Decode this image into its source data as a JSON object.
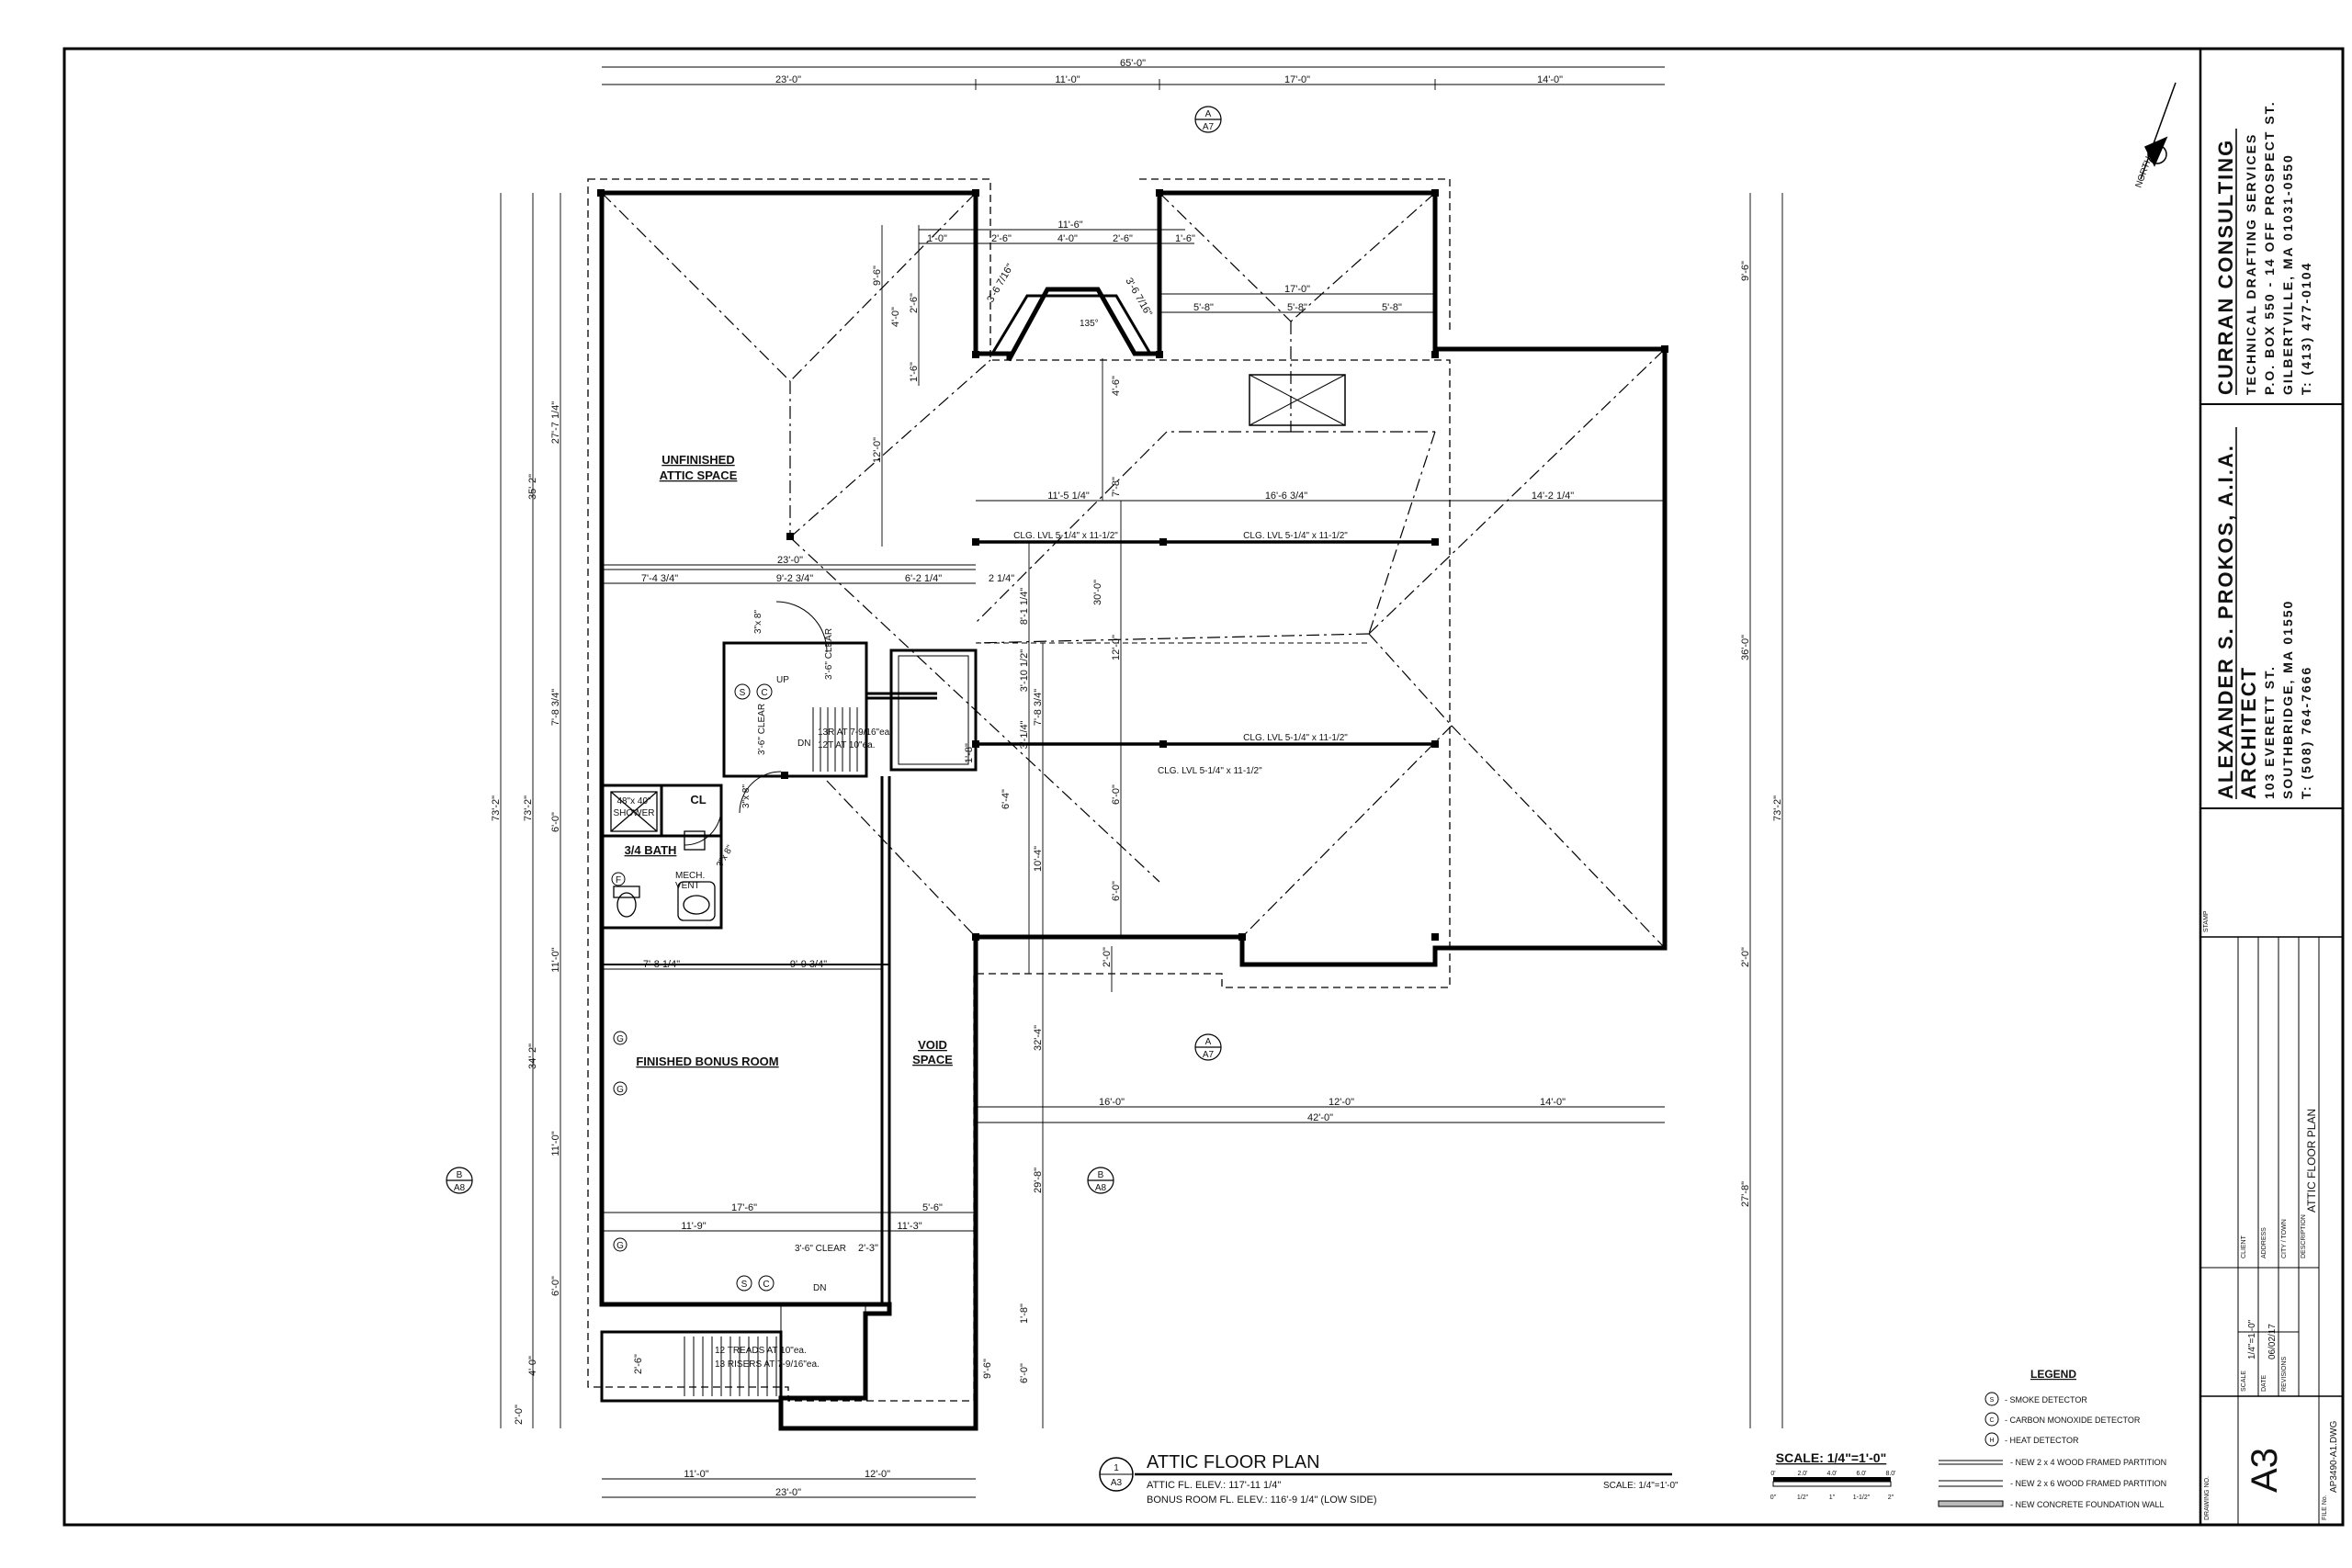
{
  "plan": {
    "title": "ATTIC FLOOR PLAN",
    "ref_num": "1",
    "ref_sheet": "A3",
    "elev_attic": "ATTIC FL. ELEV.: 117'-11 1/4\"",
    "elev_bonus": "BONUS ROOM FL. ELEV.: 116'-9 1/4\" (LOW SIDE)",
    "scale_note": "SCALE: 1/4\"=1'-0\""
  },
  "rooms": {
    "unfinished_1": "UNFINISHED",
    "unfinished_2": "ATTIC SPACE",
    "bonus": "FINISHED BONUS ROOM",
    "void_1": "VOID",
    "void_2": "SPACE",
    "bath": "3/4 BATH",
    "shower_1": "48\"x 40\"",
    "shower_2": "SHOWER",
    "closet": "CL",
    "mech_1": "MECH.",
    "mech_2": "VENT",
    "up": "UP",
    "dn1": "DN",
    "dn2": "DN",
    "clear_1": "3'-6\" CLEAR",
    "clear_2": "3'-6\" CLEAR",
    "clear_3": "3'-6\" CLEAR",
    "stairs_top_1": "13R AT 7-9/16\"ea.",
    "stairs_top_2": "12T AT 10\"ea.",
    "stairs_bot_1": "12 TREADS AT 10\"ea.",
    "stairs_bot_2": "13 RISERS AT 7-9/16\"ea.",
    "lvl_1": "CLG. LVL 5-1/4\" x 11-1/2\"",
    "lvl_2": "CLG. LVL 5-1/4\" x 11-1/2\"",
    "lvl_3": "CLG. LVL 5-1/4\" x 11-1/2\"",
    "lvl_4": "CLG. LVL 5-1/4\" x 11-1/2\"",
    "angle": "135°",
    "door_1": "3\"x 8\"",
    "door_2": "3\"x 8\"",
    "door_3": "3\"x 8\"",
    "det_s": "S",
    "det_c": "C",
    "det_g": "G",
    "det_f": "F"
  },
  "dims": {
    "top_overall": "65'-0\"",
    "top_a": "23'-0\"",
    "top_b": "11'-0\"",
    "top_c": "17'-0\"",
    "top_d": "14'-0\"",
    "bay_a": "11'-6\"",
    "bay_b": "1'-0\"",
    "bay_c": "2'-6\"",
    "bay_d": "4'-0\"",
    "bay_e": "2'-6\"",
    "bay_f": "1'-6\"",
    "r17": "17'-0\"",
    "r58a": "5'-8\"",
    "r58b": "5'-8\"",
    "r58c": "5'-8\"",
    "mid_a": "11'-5 1/4\"",
    "mid_b": "16'-6 3/4\"",
    "mid_c": "14'-2 1/4\"",
    "row23": "23'-0\"",
    "r74": "7'-4 3/4\"",
    "r92": "9'-2 3/4\"",
    "r62": "6'-2 1/4\"",
    "r21": "2 1/4\"",
    "b78": "7'-8 1/4\"",
    "b99": "9'-9 3/4\"",
    "b176": "17'-6\"",
    "b56": "5'-6\"",
    "b119": "11'-9\"",
    "b113": "11'-3\"",
    "b23": "2'-3\"",
    "bot16": "16'-0\"",
    "bot12": "12'-0\"",
    "bot14": "14'-0\"",
    "bot42": "42'-0\"",
    "bb11": "11'-0\"",
    "bb12": "12'-0\"",
    "bb23": "23'-0\"",
    "l35": "35'-2\"",
    "l27": "27'-7 1/4\"",
    "l732a": "73'-2\"",
    "l732b": "73'-2\"",
    "l78": "7'-8 3/4\"",
    "l6a": "6'-0\"",
    "l11a": "11'-0\"",
    "l342": "34'-2\"",
    "l11b": "11'-0\"",
    "l6b": "6'-0\"",
    "l4": "4'-0\"",
    "l2": "2'-0\"",
    "r96": "9'-6\"",
    "r36": "36'-0\"",
    "r732": "73'-2\"",
    "r20": "2'-0\"",
    "r278": "27'-8\"",
    "c124": "12'-0\"",
    "c96": "9'-6\"",
    "c40": "4'-0\"",
    "c26": "2'-6\"",
    "c16": "1'-6\"",
    "c46": "4'-6\"",
    "c78": "7'-8\"",
    "c300": "30'-0\"",
    "c120": "12'-0\"",
    "c60": "6'-0\"",
    "c6b": "6'-0\"",
    "c22": "2'-0\"",
    "c311": "3'-10 1/2\"",
    "c811": "8'-1 1/4\"",
    "c78b": "7'-8 3/4\"",
    "c31": "3'-1/4\"",
    "c18": "1'-8\"",
    "c64": "6'-4\"",
    "c104": "10'-4\"",
    "c324": "32'-4\"",
    "c298": "29'-8\"",
    "c18b": "1'-8\"",
    "c6c": "6'-0\"",
    "c96b": "9'-6\"",
    "c26b": "2'-6\"",
    "diag_a": "3'-6 7/16\"",
    "diag_b": "3'-6 7/16\""
  },
  "sections": [
    {
      "letter": "A",
      "sheet": "A7"
    },
    {
      "letter": "A",
      "sheet": "A7"
    },
    {
      "letter": "B",
      "sheet": "A8"
    },
    {
      "letter": "B",
      "sheet": "A8"
    }
  ],
  "north": "NORTH",
  "scale_bar": {
    "title": "SCALE: 1/4\"=1'-0\"",
    "ft": [
      "0'",
      "2.0'",
      "4.0'",
      "6.0'",
      "8.0'"
    ],
    "in": [
      "0\"",
      "1/2\"",
      "1\"",
      "1-1/2\"",
      "2\""
    ]
  },
  "legend": {
    "title": "LEGEND",
    "items": [
      {
        "sym": "S",
        "text": "- SMOKE DETECTOR"
      },
      {
        "sym": "C",
        "text": "- CARBON MONOXIDE DETECTOR"
      },
      {
        "sym": "H",
        "text": "- HEAT DETECTOR"
      }
    ],
    "walls": [
      "- NEW 2 x 4 WOOD FRAMED PARTITION",
      "- NEW 2 x 6 WOOD FRAMED PARTITION",
      "- NEW CONCRETE FOUNDATION WALL"
    ]
  },
  "titleblock": {
    "firm": "CURRAN CONSULTING",
    "firm_sub": "TECHNICAL DRAFTING SERVICES",
    "firm_addr1": "P.O. BOX 550 - 14 OFF PROSPECT ST.",
    "firm_addr2": "GILBERTVILLE, MA 01031-0550",
    "firm_tel": "T: (413) 477-0104",
    "arch": "ALEXANDER S. PROKOS, A.I.A.",
    "arch_sub": "ARCHITECT",
    "arch_addr1": "103 EVERETT ST.",
    "arch_addr2": "SOUTHBRIDGE, MA 01550",
    "arch_tel": "T: (508) 764-7666",
    "stamp": "STAMP",
    "client": "CLIENT",
    "address": "ADDRESS",
    "city": "CITY / TOWN",
    "description": "DESCRIPTION",
    "desc_val": "ATTIC FLOOR PLAN",
    "scale_lbl": "SCALE",
    "scale_val": "1/4\"=1'-0\"",
    "date_lbl": "DATE",
    "date_val": "06/02/17",
    "rev_lbl": "REVISIONS",
    "dwg_lbl": "DRAWING NO.",
    "dwg_val": "A3",
    "file_lbl": "FILE No.",
    "file_val": "AP3490-A1.DWG"
  }
}
